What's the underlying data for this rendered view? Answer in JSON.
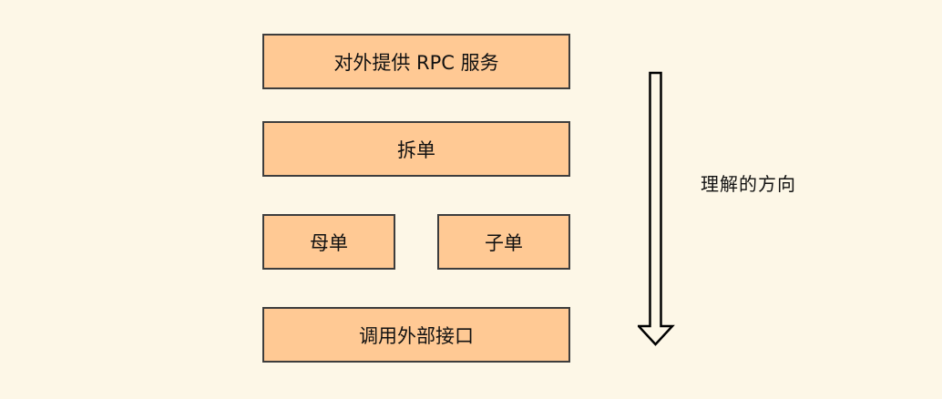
{
  "diagram": {
    "layers": [
      {
        "label": "对外提供 RPC 服务"
      },
      {
        "label": "拆单"
      },
      {
        "label": "母单"
      },
      {
        "label": "子单"
      },
      {
        "label": "调用外部接口"
      }
    ],
    "arrow_label": "理解的方向",
    "colors": {
      "box_fill": "#ffc994",
      "box_border": "#3d3d3d",
      "background": "#fdf7e7"
    }
  }
}
